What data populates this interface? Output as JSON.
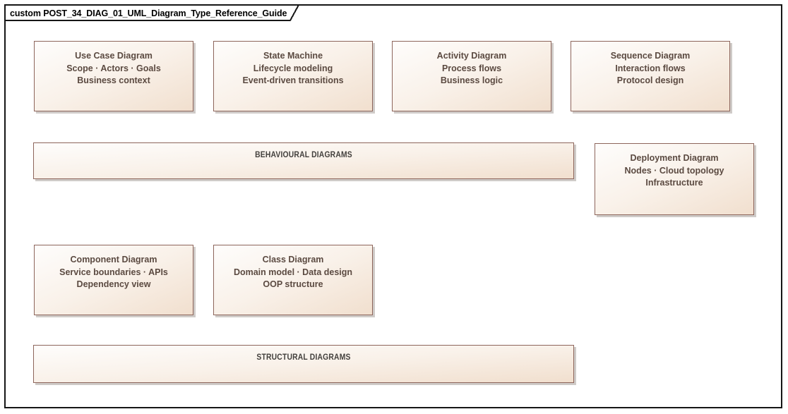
{
  "frame": {
    "label": "custom POST_34_DIAG_01_UML_Diagram_Type_Reference_Guide"
  },
  "colors": {
    "frame_border": "#161616",
    "element_border": "#8d655b",
    "element_text": "#5b4a41",
    "bar_text": "#43403d",
    "gradient_start": "#fefdfc",
    "gradient_end": "#f1dfce",
    "shadow": "rgba(148,140,134,0.45)"
  },
  "boxes": [
    {
      "title": "Use Case Diagram",
      "line2": "Scope · Actors · Goals",
      "line3": "Business context"
    },
    {
      "title": "State Machine",
      "line2": "Lifecycle modeling",
      "line3": "Event-driven transitions"
    },
    {
      "title": "Activity Diagram",
      "line2": "Process flows",
      "line3": "Business logic"
    },
    {
      "title": "Sequence Diagram",
      "line2": "Interaction flows",
      "line3": "Protocol design"
    },
    {
      "title": "Deployment Diagram",
      "line2": "Nodes · Cloud topology",
      "line3": "Infrastructure"
    },
    {
      "title": "Component Diagram",
      "line2": "Service boundaries · APIs",
      "line3": "Dependency view"
    },
    {
      "title": "Class Diagram",
      "line2": "Domain model · Data design",
      "line3": "OOP structure"
    }
  ],
  "bars": [
    {
      "label": "BEHAVIOURAL DIAGRAMS"
    },
    {
      "label": "STRUCTURAL DIAGRAMS"
    }
  ]
}
